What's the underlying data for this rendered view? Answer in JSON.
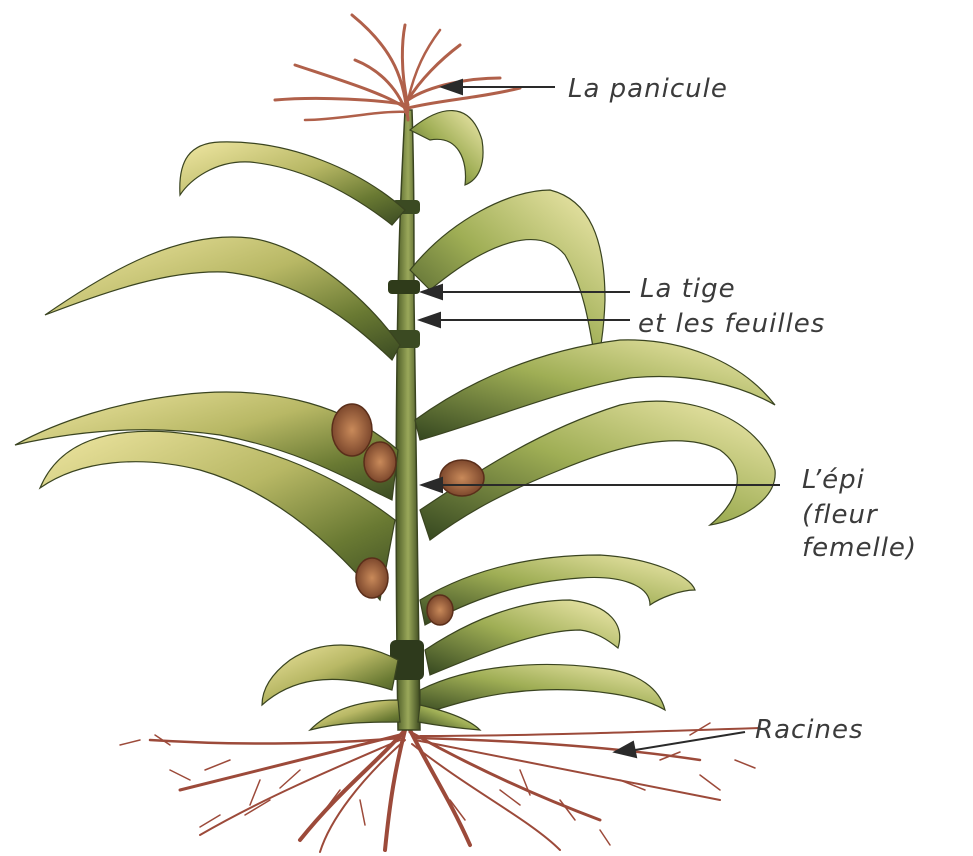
{
  "diagram": {
    "labels": {
      "panicule": "La panicule",
      "tige_line1": "La tige",
      "tige_line2": "et les feuilles",
      "epi_line1": "L’épi",
      "epi_line2": "(fleur",
      "epi_line3": "femelle)",
      "racines": "Racines"
    },
    "colors": {
      "background": "#ffffff",
      "leaf_light": "#e6dc8a",
      "leaf_dark": "#5a6b2c",
      "leaf_shadow": "#2f3f1c",
      "stem": "#6f7d3a",
      "roots": "#9c4a3a",
      "ear": "#9a5a3a",
      "tassel": "#b0604a",
      "label_text": "#3b3b3b"
    }
  }
}
